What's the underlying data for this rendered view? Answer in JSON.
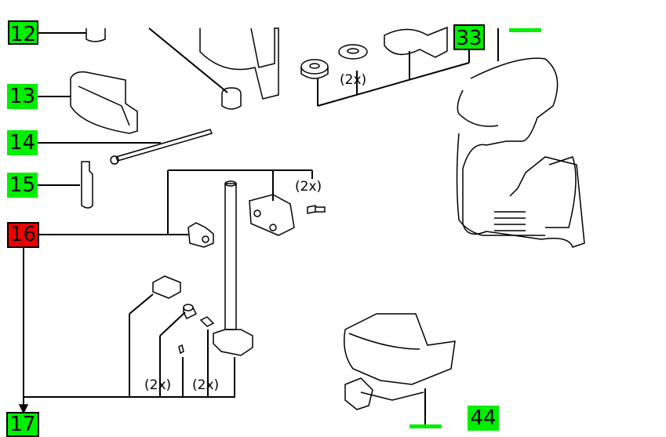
{
  "colors": {
    "label": "#00ee00",
    "selected": "#ee0000"
  },
  "labels": [
    {
      "number": "12",
      "state": "normal"
    },
    {
      "number": "13",
      "state": "normal"
    },
    {
      "number": "14",
      "state": "normal"
    },
    {
      "number": "15",
      "state": "normal"
    },
    {
      "number": "16",
      "state": "selected"
    },
    {
      "number": "17",
      "state": "normal"
    },
    {
      "number": "33",
      "state": "normal"
    },
    {
      "number": "44",
      "state": "normal"
    }
  ],
  "quantities": [
    "(2x)",
    "(2x)",
    "(2x)",
    "(2x)"
  ]
}
